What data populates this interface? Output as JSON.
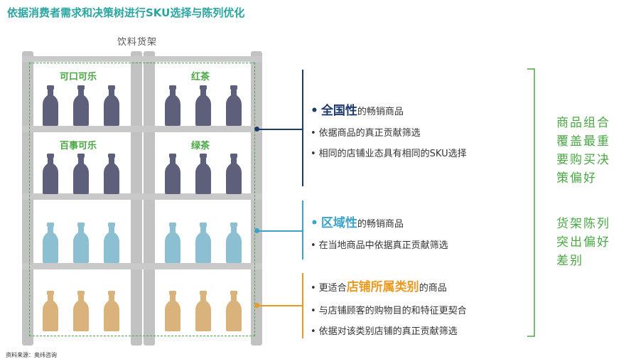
{
  "title": "依据消费者需求和决策树进行SKU选择与陈列优化",
  "shelf_title": "饮料货架",
  "brands": {
    "cola": "可口可乐",
    "pepsi": "百事可乐",
    "black_tea": "红茶",
    "green_tea": "绿茶"
  },
  "colors": {
    "title": "#2aa5a0",
    "national": "#1d3a6e",
    "regional": "#3aa3c8",
    "store": "#e89b22",
    "green": "#4aa844",
    "bottle_dark": "#5e5f7a",
    "bottle_blue": "#8cbfd1",
    "bottle_tan": "#d9b27c"
  },
  "sections": {
    "national": {
      "bullet1_hl": "全国性",
      "bullet1_rest": "的畅销商品",
      "bullet2": "依据商品的真正贡献筛选",
      "bullet3": "相同的店铺业态具有相同的SKU选择"
    },
    "regional": {
      "bullet1_hl": "区域性",
      "bullet1_rest": "的畅销商品",
      "bullet2": "在当地商品中依据真正贡献筛选"
    },
    "store": {
      "bullet1_pre": "更适合",
      "bullet1_hl": "店铺所属类别",
      "bullet1_rest": "的商品",
      "bullet2": "与店铺顾客的购物目的和特征更契合",
      "bullet3": "依据对该类别店铺的真正贡献筛选"
    }
  },
  "bullet_char": "•",
  "conclusion": {
    "line1": "商品组合",
    "line2": "覆盖最重",
    "line3": "要购买决",
    "line4": "策偏好",
    "line5": "货架陈列",
    "line6": "突出偏好",
    "line7": "差别"
  },
  "source": "资料来源：奥纬咨询"
}
